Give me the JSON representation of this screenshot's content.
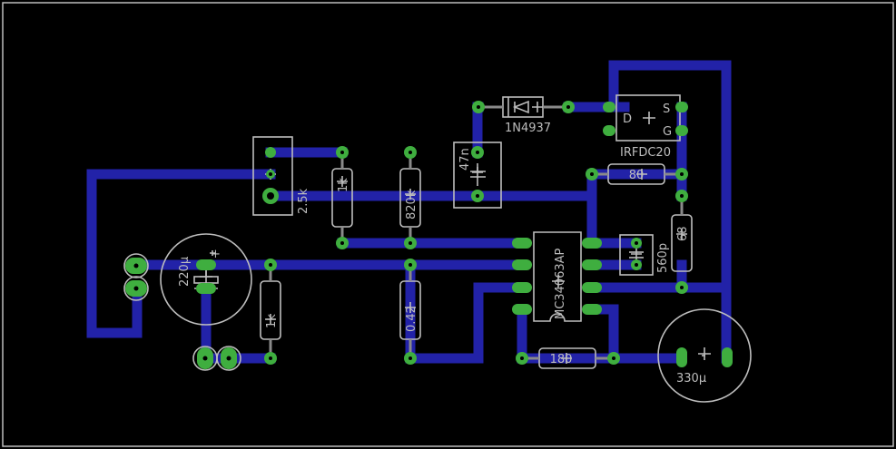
{
  "colors": {
    "background": "#000000",
    "trace": "#2222a8",
    "pad": "#3fae3f",
    "silkscreen": "#bdbdbd",
    "border": "#bdbdbd"
  },
  "components": {
    "diode": "1N4937",
    "mosfet": "IRFDC20",
    "mosfet_pin_d": "D",
    "mosfet_pin_s": "S",
    "mosfet_pin_g": "G",
    "cap_47n": "47n",
    "trimpot": "2.5k",
    "r_1k_top": "1k",
    "r_820k": "820k",
    "r_80": "80",
    "r_68": "68",
    "cap_560p": "560p",
    "ic": "MC34063AP",
    "cap_220u": "220µ",
    "cap_220u_plus": "+",
    "r_1k_bottom": "1k",
    "r_0_42": "0.42",
    "r_180": "180",
    "cap_330u": "330µ"
  }
}
